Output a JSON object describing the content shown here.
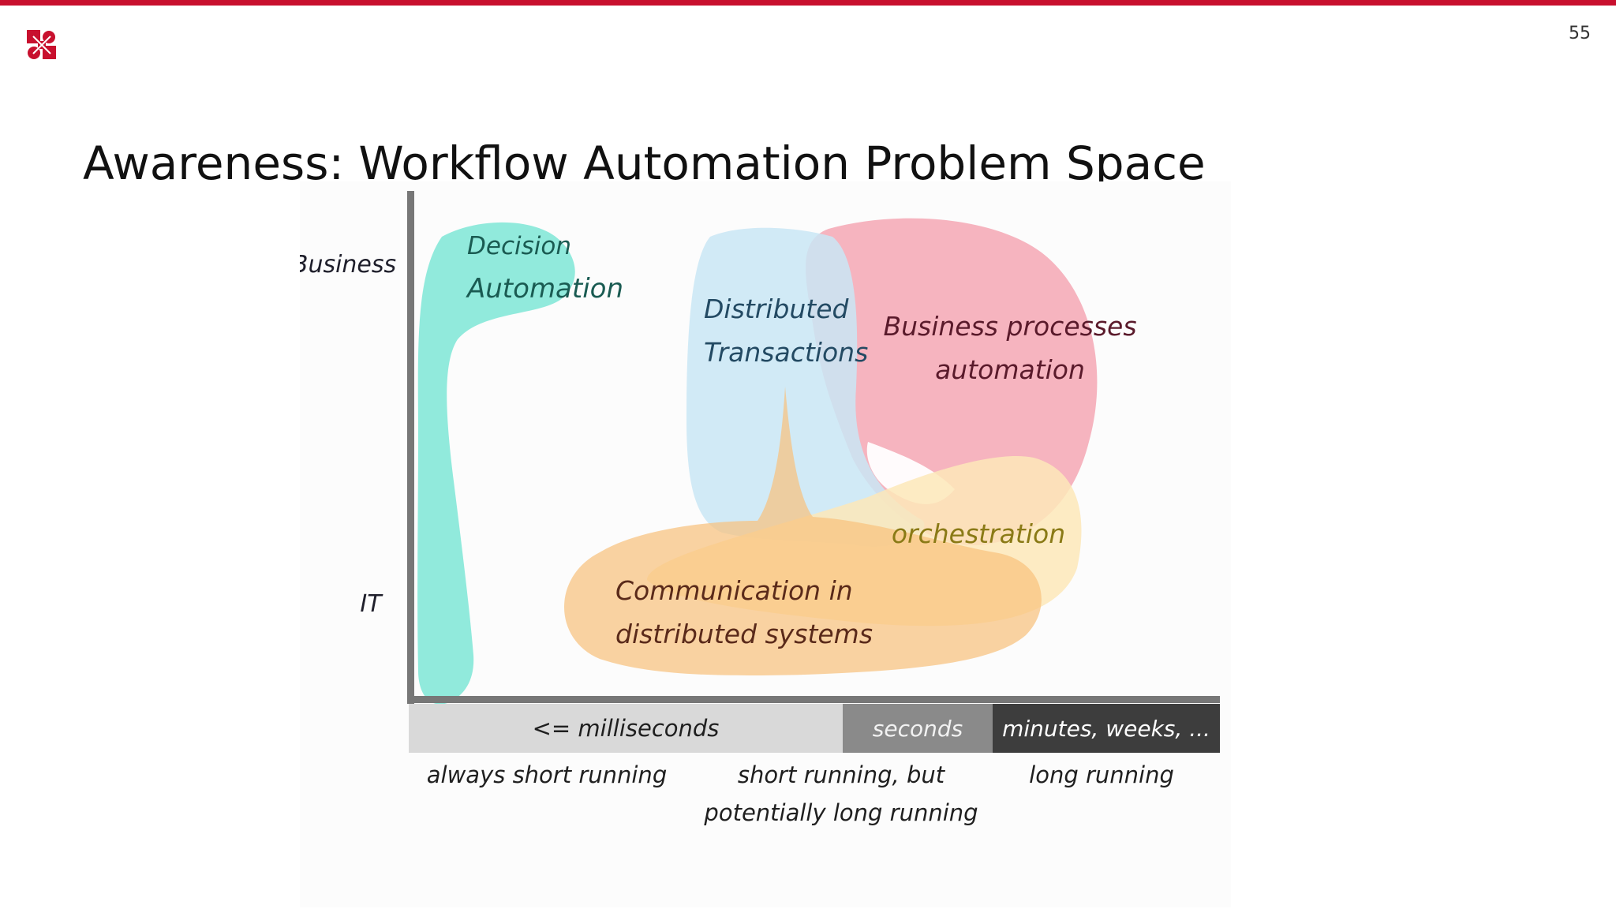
{
  "slide": {
    "page_number": "55",
    "title": "Awareness: Workflow Automation Problem Space"
  },
  "colors": {
    "brand": "#c8102e",
    "decision": "#7ee6d6",
    "distributed_tx": "#c9e6f4",
    "business_processes": "#f4a7b4",
    "communication": "#f8c27e",
    "orchestration": "#fde8b8"
  },
  "diagram": {
    "y_axis": {
      "top": "Business",
      "bottom": "IT"
    },
    "areas": {
      "decision": [
        "Decision",
        "Automation"
      ],
      "distributed_tx": [
        "Distributed",
        "Transactions"
      ],
      "business_processes": [
        "Business processes",
        "automation"
      ],
      "orchestration": "orchestration",
      "communication": [
        "Communication in",
        "distributed systems"
      ]
    },
    "time_scale": {
      "milliseconds": "<= milliseconds",
      "seconds": "seconds",
      "minutes": "minutes, weeks, ..."
    },
    "running": {
      "short": "always short running",
      "medium": [
        "short running, but",
        "potentially long running"
      ],
      "long": "long running"
    }
  }
}
